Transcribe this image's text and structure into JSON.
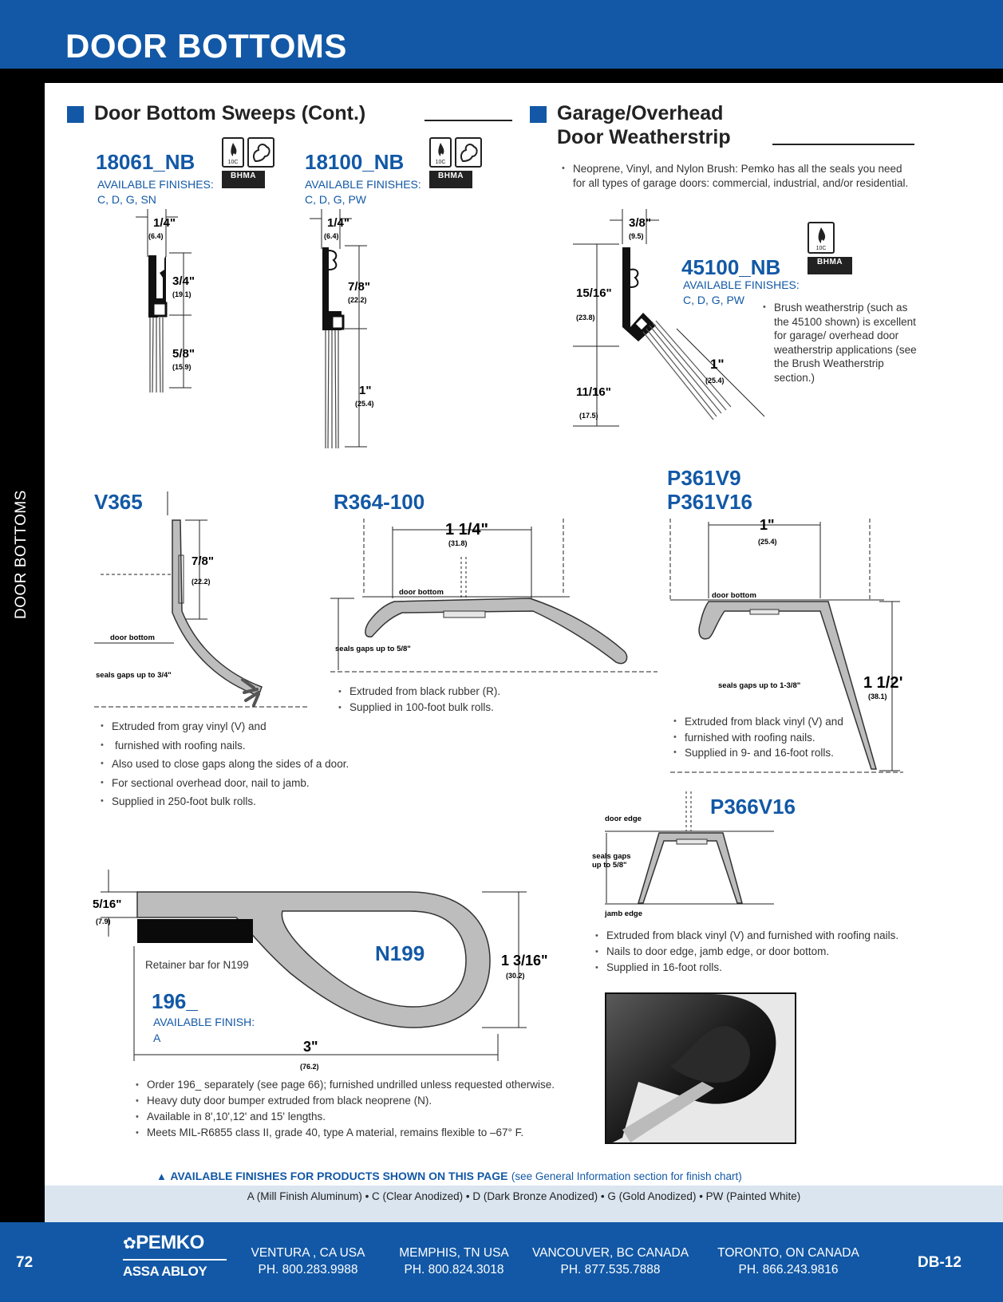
{
  "header": {
    "title": "DOOR BOTTOMS"
  },
  "sidebar": {
    "label": "DOOR BOTTOMS"
  },
  "sections": {
    "sweeps": {
      "title": "Door Bottom Sweeps (Cont.)"
    },
    "garage": {
      "title_line1": "Garage/Overhead",
      "title_line2": "Door Weatherstrip"
    }
  },
  "badges": {
    "icon_label": "10C",
    "bhma": "BHMA"
  },
  "products": {
    "p18061": {
      "name": "18061_NB",
      "finishes_label": "AVAILABLE FINISHES:",
      "finishes": "C, D, G, SN",
      "dims": {
        "w": "1/4\"",
        "w_mm": "(6.4)",
        "a": "3/4\"",
        "a_mm": "(19.1)",
        "b": "5/8\"",
        "b_mm": "(15.9)"
      }
    },
    "p18100": {
      "name": "18100_NB",
      "finishes_label": "AVAILABLE FINISHES:",
      "finishes": "C, D, G, PW",
      "dims": {
        "w": "1/4\"",
        "w_mm": "(6.4)",
        "a": "7/8\"",
        "a_mm": "(22.2)",
        "b": "1\"",
        "b_mm": "(25.4)"
      }
    },
    "p45100": {
      "name": "45100_NB",
      "finishes_label": "AVAILABLE FINISHES:",
      "finishes": "C, D, G, PW",
      "dims": {
        "w": "3/8\"",
        "w_mm": "(9.5)",
        "a": "15/16\"",
        "a_mm": "(23.8)",
        "b": "1\"",
        "b_mm": "(25.4)",
        "c": "11/16\"",
        "c_mm": "(17.5)"
      },
      "note": "Brush weatherstrip (such as the 45100 shown) is excellent for garage/ overhead door weatherstrip applications (see the Brush Weatherstrip section.)"
    },
    "v365": {
      "name": "V365",
      "dims": {
        "a": "7/8\"",
        "a_mm": "(22.2)"
      },
      "labels": {
        "door_bottom": "door bottom",
        "gaps": "seals gaps up to 3/4\""
      },
      "bullets": [
        "Extruded from gray vinyl (V) and",
        "furnished with roofing nails.",
        "Also used to close gaps along the sides of a door.",
        "For sectional overhead door, nail to jamb.",
        "Supplied in 250-foot bulk rolls."
      ]
    },
    "r364": {
      "name": "R364-100",
      "dims": {
        "a": "1 1/4\"",
        "a_mm": "(31.8)"
      },
      "labels": {
        "door_bottom": "door bottom",
        "gaps": "seals gaps up to 5/8\""
      },
      "bullets": [
        "Extruded from black rubber (R).",
        "Supplied in 100-foot bulk rolls."
      ]
    },
    "p361": {
      "name1": "P361V9",
      "name2": "P361V16",
      "dims": {
        "a": "1\"",
        "a_mm": "(25.4)",
        "b": "1 1/2\"",
        "b_mm": "(38.1)"
      },
      "labels": {
        "door_bottom": "door bottom",
        "gaps": "seals gaps up to 1-3/8\""
      },
      "bullets": [
        "Extruded from black vinyl (V) and",
        "furnished with roofing nails.",
        "Supplied in 9- and 16-foot rolls."
      ]
    },
    "p366": {
      "name": "P366V16",
      "labels": {
        "door_edge": "door edge",
        "gaps1": "seals gaps",
        "gaps2": "up to 5/8\"",
        "jamb_edge": "jamb edge"
      },
      "bullets": [
        "Extruded from black vinyl (V) and furnished with roofing nails.",
        "Nails to door edge, jamb edge, or door bottom.",
        "Supplied in 16-foot rolls."
      ]
    },
    "n199": {
      "name": "N199",
      "dims": {
        "a": "5/16\"",
        "a_mm": "(7.9)",
        "b": "1 3/16\"",
        "b_mm": "(30.2)",
        "c": "3\"",
        "c_mm": "(76.2)"
      },
      "retainer": "Retainer bar for N199",
      "bullets": [
        "Order 196_ separately (see page 66); furnished undrilled unless requested otherwise.",
        "Heavy duty door bumper extruded from black neoprene (N).",
        "Available in 8',10',12' and 15' lengths.",
        "Meets MIL-R6855 class II, grade 40, type A material, remains flexible to –67° F."
      ]
    },
    "p196": {
      "name": "196_",
      "finishes_label": "AVAILABLE FINISH:",
      "finishes": "A"
    }
  },
  "garage_intro": "Neoprene, Vinyl, and Nylon Brush: Pemko has all the seals you need for all types of garage doors: commercial, industrial, and/or residential.",
  "finishes_bar": {
    "heading": "AVAILABLE FINISHES FOR PRODUCTS SHOWN ON THIS PAGE",
    "ref": "(see General Information section for finish chart)",
    "list": "A (Mill Finish Aluminum) • C (Clear Anodized) • D (Dark Bronze Anodized) • G (Gold Anodized) • PW (Painted White)"
  },
  "footer": {
    "page": "72",
    "brand": "PEMKO",
    "parent": "ASSA ABLOY",
    "code": "DB-12",
    "locations": [
      {
        "city": "VENTURA , CA USA",
        "phone": "PH. 800.283.9988"
      },
      {
        "city": "MEMPHIS, TN USA",
        "phone": "PH. 800.824.3018"
      },
      {
        "city": "VANCOUVER, BC CANADA",
        "phone": "PH. 877.535.7888"
      },
      {
        "city": "TORONTO, ON CANADA",
        "phone": "PH. 866.243.9816"
      }
    ]
  },
  "colors": {
    "brand_blue": "#1258a6",
    "finishes_bg": "#dbe5f0"
  }
}
